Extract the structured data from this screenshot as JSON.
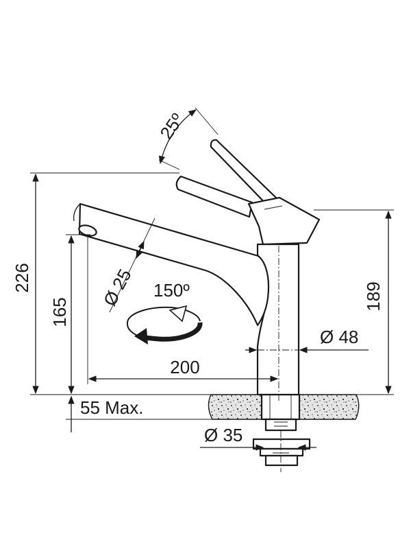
{
  "dimensions": {
    "angle_handle": "25º",
    "overall_height": "226",
    "spout_height": "165",
    "body_height": "189",
    "spout_diameter": "Ø 25",
    "rotation": "150º",
    "body_diameter": "Ø 48",
    "spout_reach": "200",
    "deck_thickness": "55 Max.",
    "hole_diameter": "Ø 35"
  },
  "colors": {
    "line": "#1a1a1a",
    "stone_fill": "#d9d9d9",
    "background": "#ffffff"
  }
}
